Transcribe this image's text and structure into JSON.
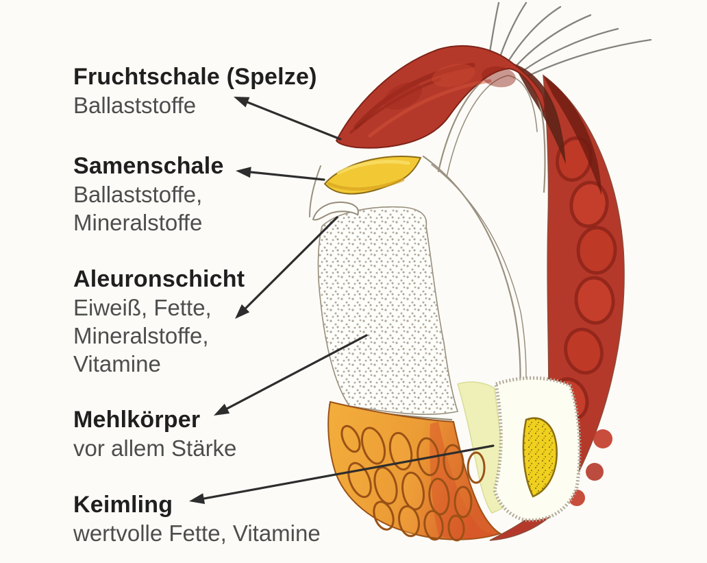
{
  "diagram": {
    "subject": "grain-kernel-cross-section",
    "language": "de",
    "labels": [
      {
        "term": "Fruchtschale (Spelze)",
        "lines": [
          "Ballaststoffe"
        ]
      },
      {
        "term": "Samenschale",
        "lines": [
          "Ballaststoffe,",
          "Mineralstoffe"
        ]
      },
      {
        "term": "Aleuronschicht",
        "lines": [
          "Eiweiß, Fette,",
          "Mineralstoffe,",
          "Vitamine"
        ]
      },
      {
        "term": "Mehlkörper",
        "lines": [
          "vor allem Stärke"
        ]
      },
      {
        "term": "Keimling",
        "lines": [
          "wertvolle Fette, Vitamine"
        ]
      }
    ],
    "colors": {
      "background": "#fcfbf7",
      "husk_red": "#b5392a",
      "husk_dark_red": "#6e1b12",
      "seed_coat_yellow": "#f2c935",
      "germ_orange": "#ec9c35",
      "germ_red_wash": "#d84f28",
      "embryo_yellow": "#f0d01f",
      "scutellum_pale_yellow": "#eef0b8",
      "endosperm_white": "#fdfdfa",
      "outline_gray": "#968c7a",
      "arrow_color": "#2d2d2d",
      "term_text": "#1f1f1f",
      "desc_text": "#4d4d4d"
    }
  }
}
